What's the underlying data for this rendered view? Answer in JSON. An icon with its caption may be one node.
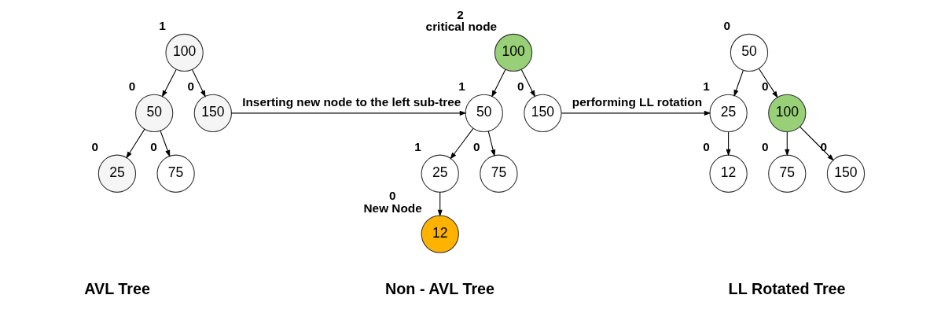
{
  "diagram": {
    "nodes": [
      {
        "text": [
          "100"
        ],
        "beside": [
          "1"
        ]
      },
      {
        "text": [
          "50"
        ],
        "beside": [
          "0"
        ]
      },
      {
        "text": [
          "150"
        ],
        "beside": [
          "0"
        ]
      },
      {
        "text": [
          "25"
        ],
        "beside": [
          "0"
        ]
      },
      {
        "text": [
          "75"
        ],
        "beside": [
          "0"
        ]
      },
      {
        "text": [
          "100"
        ],
        "beside": [
          "2",
          "critical node"
        ]
      },
      {
        "text": [
          "50"
        ],
        "beside": [
          "1"
        ]
      },
      {
        "text": [
          "150"
        ],
        "beside": [
          "0"
        ]
      },
      {
        "text": [
          "25"
        ],
        "beside": [
          "1"
        ]
      },
      {
        "text": [
          "75"
        ],
        "beside": [
          "0"
        ]
      },
      {
        "text": [
          "12"
        ],
        "beside": [
          "0",
          "New Node"
        ]
      },
      {
        "text": [
          "50"
        ],
        "beside": [
          "0"
        ]
      },
      {
        "text": [
          "25"
        ],
        "beside": [
          "1"
        ]
      },
      {
        "text": [
          "100"
        ],
        "beside": [
          "0"
        ]
      },
      {
        "text": [
          "12"
        ],
        "beside": [
          "0"
        ]
      },
      {
        "text": [
          "75"
        ],
        "beside": [
          "0"
        ]
      },
      {
        "text": [
          "150"
        ],
        "beside": [
          "0"
        ]
      }
    ],
    "edges": [
      {
        "from": 0,
        "to": 1,
        "arrow": "to"
      },
      {
        "from": 0,
        "to": 2,
        "arrow": "to"
      },
      {
        "from": 1,
        "to": 3,
        "arrow": "to"
      },
      {
        "from": 1,
        "to": 4,
        "arrow": "to"
      },
      {
        "from": 2,
        "to": 6,
        "arrow": "to",
        "label": "Inserting new node to the left sub-tree"
      },
      {
        "from": 5,
        "to": 6,
        "arrow": "to"
      },
      {
        "from": 5,
        "to": 7,
        "arrow": "to"
      },
      {
        "from": 6,
        "to": 8,
        "arrow": "to"
      },
      {
        "from": 6,
        "to": 9,
        "arrow": "to"
      },
      {
        "from": 8,
        "to": 10,
        "arrow": "to"
      },
      {
        "from": 7,
        "to": 12,
        "arrow": "to",
        "label": "performing LL rotation"
      },
      {
        "from": 11,
        "to": 12,
        "arrow": "to"
      },
      {
        "from": 11,
        "to": 13,
        "arrow": "to"
      },
      {
        "from": 12,
        "to": 14,
        "arrow": "to"
      },
      {
        "from": 13,
        "to": 15,
        "arrow": "to"
      },
      {
        "from": 13,
        "to": 16,
        "arrow": "to"
      }
    ],
    "labels": [
      "AVL Tree",
      "Non - AVL Tree",
      "LL Rotated Tree"
    ]
  }
}
